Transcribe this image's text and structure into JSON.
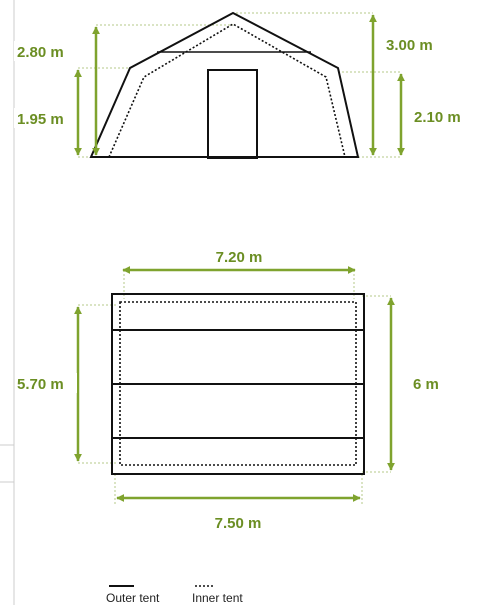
{
  "front_view": {
    "labels": {
      "outer_ridge_height": "2.80 m",
      "outer_wall_height": "1.95 m",
      "inner_ridge_height": "3.00 m",
      "inner_wall_height": "2.10 m"
    }
  },
  "floor_plan": {
    "labels": {
      "inner_top_width": "7.20 m",
      "inner_depth": "5.70 m",
      "outer_depth": "6 m",
      "outer_width": "7.50 m"
    }
  },
  "legend": {
    "outer": "Outer tent",
    "inner": "Inner tent"
  },
  "colors": {
    "dimension": "#6b8e23",
    "dimension_arrow": "#7fa32e",
    "dashed_guide": "#b5c98a",
    "outline": "#111111",
    "side_rule": "#cccccc"
  }
}
